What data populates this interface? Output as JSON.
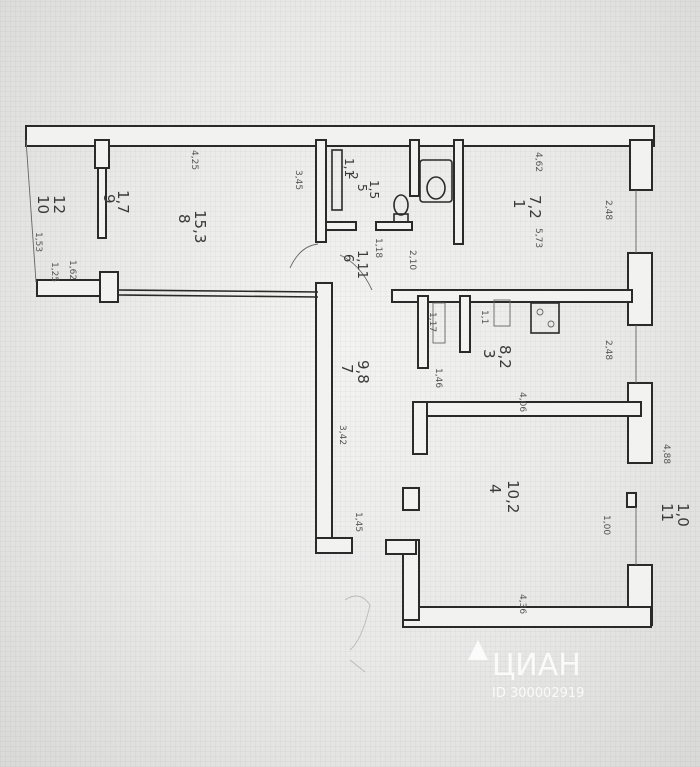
{
  "plan": {
    "rooms": [
      {
        "id": "r8",
        "num": "8",
        "area": "15,3"
      },
      {
        "id": "r10",
        "num": "10",
        "area": "12"
      },
      {
        "id": "r9",
        "num": "9",
        "area": "1,7"
      },
      {
        "id": "r2a",
        "num": "2",
        "area": "1,1"
      },
      {
        "id": "r5",
        "num": "5",
        "area": "1,5"
      },
      {
        "id": "r6",
        "num": "6",
        "area": "1,11"
      },
      {
        "id": "r7",
        "num": "7",
        "area": "9,8"
      },
      {
        "id": "r3",
        "num": "3",
        "area": "8,2"
      },
      {
        "id": "r1",
        "num": "1",
        "area": "7,2"
      },
      {
        "id": "r4",
        "num": "4",
        "area": "10,2"
      },
      {
        "id": "r11",
        "num": "11",
        "area": "1,0"
      }
    ],
    "dims": [
      "4,25",
      "1,53",
      "1,25",
      "3,45",
      "1,18",
      "2,48",
      "2,48",
      "4,62",
      "4,06",
      "3,42",
      "1,45",
      "4,88",
      "1,46",
      "4,36",
      "1,00",
      "2,10",
      "1,1",
      "1,17",
      "5,73",
      "1,62"
    ]
  },
  "watermark": {
    "logo": "ЦИАН",
    "id": "ID 300002919"
  }
}
